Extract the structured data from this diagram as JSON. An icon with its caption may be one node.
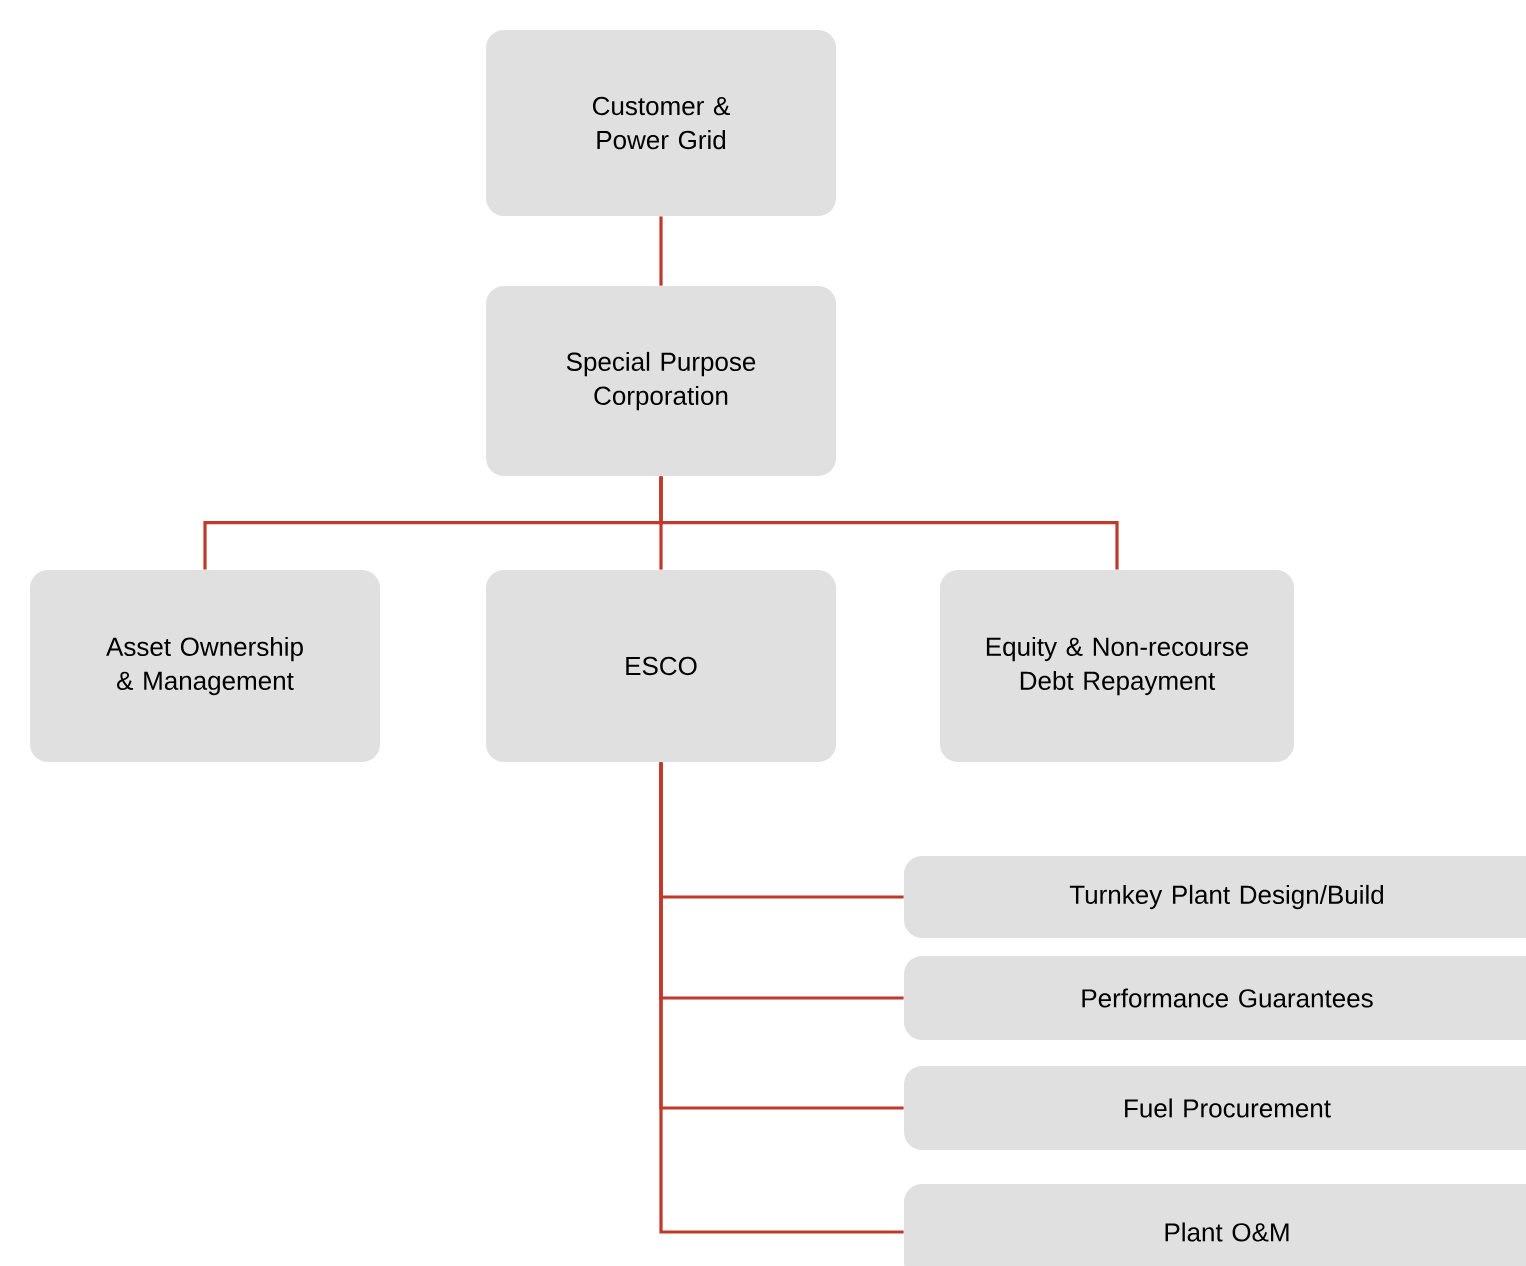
{
  "diagram": {
    "nodes": [
      {
        "text": [
          "Customer & Power Grid"
        ]
      },
      {
        "text": [
          "Special Purpose Corporation"
        ]
      },
      {
        "text": [
          "Asset Ownership & Management"
        ]
      },
      {
        "text": [
          "ESCO"
        ]
      },
      {
        "text": [
          "Equity & Non-recourse Debt Repayment"
        ]
      },
      {
        "text": [
          "Turnkey Plant Design/Build"
        ]
      },
      {
        "text": [
          "Performance Guarantees"
        ]
      },
      {
        "text": [
          "Fuel Procurement"
        ]
      },
      {
        "text": [
          "Plant O&M"
        ]
      }
    ],
    "edges": [
      {
        "from": 0,
        "to": 1,
        "arrow": "none"
      },
      {
        "from": 1,
        "to": 2,
        "arrow": "none"
      },
      {
        "from": 1,
        "to": 3,
        "arrow": "none"
      },
      {
        "from": 1,
        "to": 4,
        "arrow": "none"
      },
      {
        "from": 3,
        "to": 5,
        "arrow": "none"
      },
      {
        "from": 3,
        "to": 6,
        "arrow": "none"
      },
      {
        "from": 3,
        "to": 7,
        "arrow": "none"
      },
      {
        "from": 3,
        "to": 8,
        "arrow": "none"
      }
    ]
  }
}
